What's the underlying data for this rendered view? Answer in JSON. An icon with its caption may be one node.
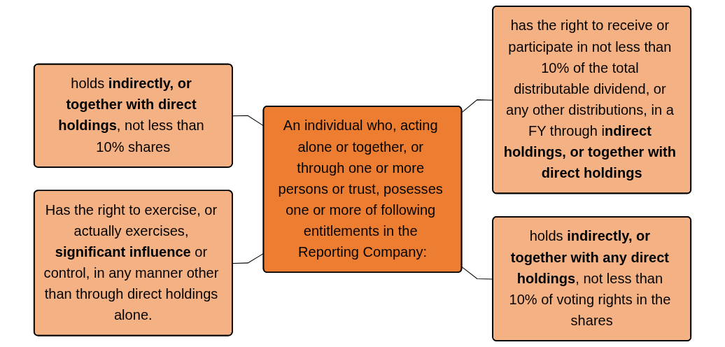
{
  "diagram": {
    "nodes": [
      {
        "text": [
          "holds **indirectly, or together with direct holdings**, not less than 10% shares"
        ]
      },
      {
        "text": [
          "Has the right to exercise, or actually exercises, **significant influence** or control, in any manner other than through direct holdings alone."
        ]
      },
      {
        "text": [
          "An individual who, acting alone or together, or through one or more persons or trust, posesses one or more of following entitlements in the Reporting Company:"
        ]
      },
      {
        "text": [
          "has the right to receive or participate in not less than 10% of the total distributable dividend, or any other distributions, in a FY through i**ndirect holdings, or together with direct holdings**"
        ]
      },
      {
        "text": [
          "holds **indirectly, or together with any direct holdings**, not less than 10% of voting rights in the shares"
        ]
      }
    ],
    "edges": [
      {
        "from": 0,
        "to": 2,
        "arrow": "none"
      },
      {
        "from": 1,
        "to": 2,
        "arrow": "none"
      },
      {
        "from": 2,
        "to": 3,
        "arrow": "none"
      },
      {
        "from": 2,
        "to": 4,
        "arrow": "none"
      }
    ]
  }
}
